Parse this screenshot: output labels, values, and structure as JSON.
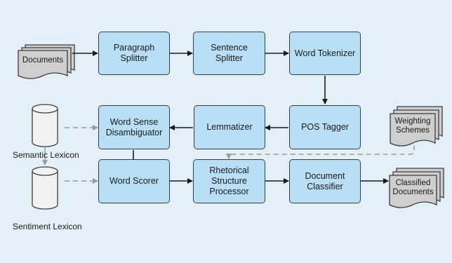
{
  "nodes": {
    "documents": "Documents",
    "paragraph_splitter": "Paragraph Splitter",
    "sentence_splitter": "Sentence Splitter",
    "word_tokenizer": "Word Tokenizer",
    "pos_tagger": "POS Tagger",
    "lemmatizer": "Lemmatizer",
    "word_sense_disambiguator": "Word Sense\nDisambiguator",
    "word_scorer": "Word Scorer",
    "rhetorical_structure_processor": "Rhetorical\nStructure\nProcessor",
    "document_classifier": "Document\nClassifier",
    "weighting_schemes": "Weighting\nSchemes",
    "classified_documents": "Classified\nDocuments",
    "semantic_lexicon": "Semantic Lexicon",
    "sentiment_lexicon": "Sentiment Lexicon"
  },
  "colors": {
    "background": "#e4f0f8",
    "process_box": "#b9dff7",
    "document_stack": "#cfcfcf",
    "database": "#f2f2f2",
    "solid_arrow": "#1a1a1a",
    "dashed_arrow": "#9a9a9a"
  }
}
